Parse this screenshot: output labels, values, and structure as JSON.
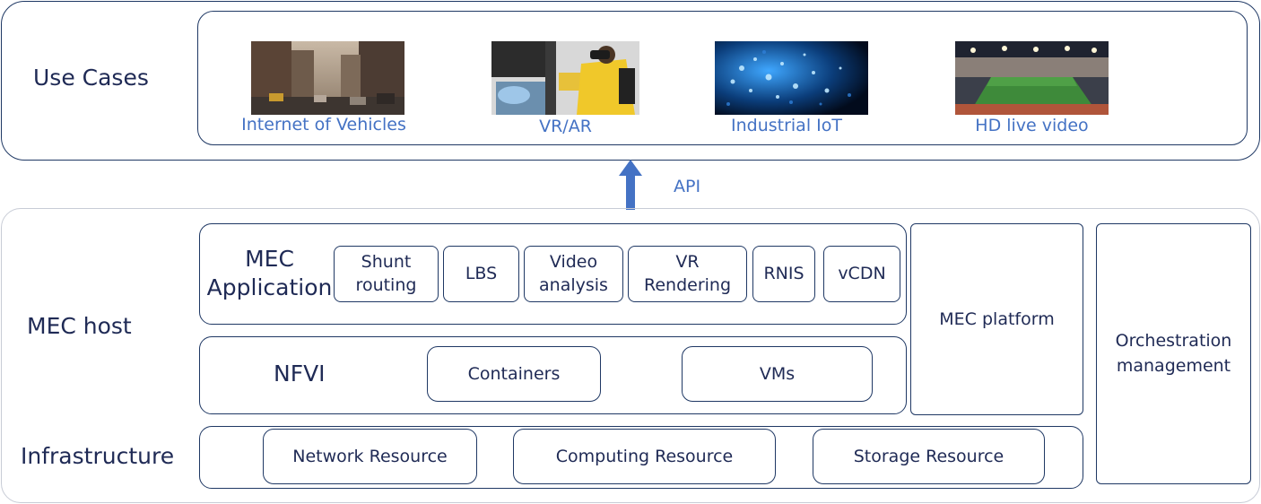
{
  "use_cases": {
    "heading": "Use Cases",
    "items": [
      {
        "label": "Internet of Vehicles",
        "image": "city-traffic-photo"
      },
      {
        "label": "VR/AR",
        "image": "vr-headset-user-photo"
      },
      {
        "label": "Industrial IoT",
        "image": "fiber-optic-lights-photo"
      },
      {
        "label": "HD live video",
        "image": "stadium-photo"
      }
    ]
  },
  "api_label": "API",
  "mec_host": {
    "heading": "MEC host",
    "application": {
      "label_line1": "MEC",
      "label_line2": "Application",
      "apps": [
        {
          "line1": "Shunt",
          "line2": "routing"
        },
        {
          "line1": "LBS",
          "line2": ""
        },
        {
          "line1": "Video",
          "line2": "analysis"
        },
        {
          "line1": "VR",
          "line2": "Rendering"
        },
        {
          "line1": "RNIS",
          "line2": ""
        },
        {
          "line1": "vCDN",
          "line2": ""
        }
      ]
    },
    "nfvi": {
      "label": "NFVI",
      "items": [
        "Containers",
        "VMs"
      ]
    },
    "platform": "MEC platform",
    "orchestration": {
      "line1": "Orchestration",
      "line2": "management"
    }
  },
  "infrastructure": {
    "heading": "Infrastructure",
    "resources": [
      "Network Resource",
      "Computing Resource",
      "Storage Resource"
    ]
  },
  "colors": {
    "border": "#1f3864",
    "text": "#1f2a55",
    "caption": "#4472c4",
    "arrow": "#4472c4"
  }
}
